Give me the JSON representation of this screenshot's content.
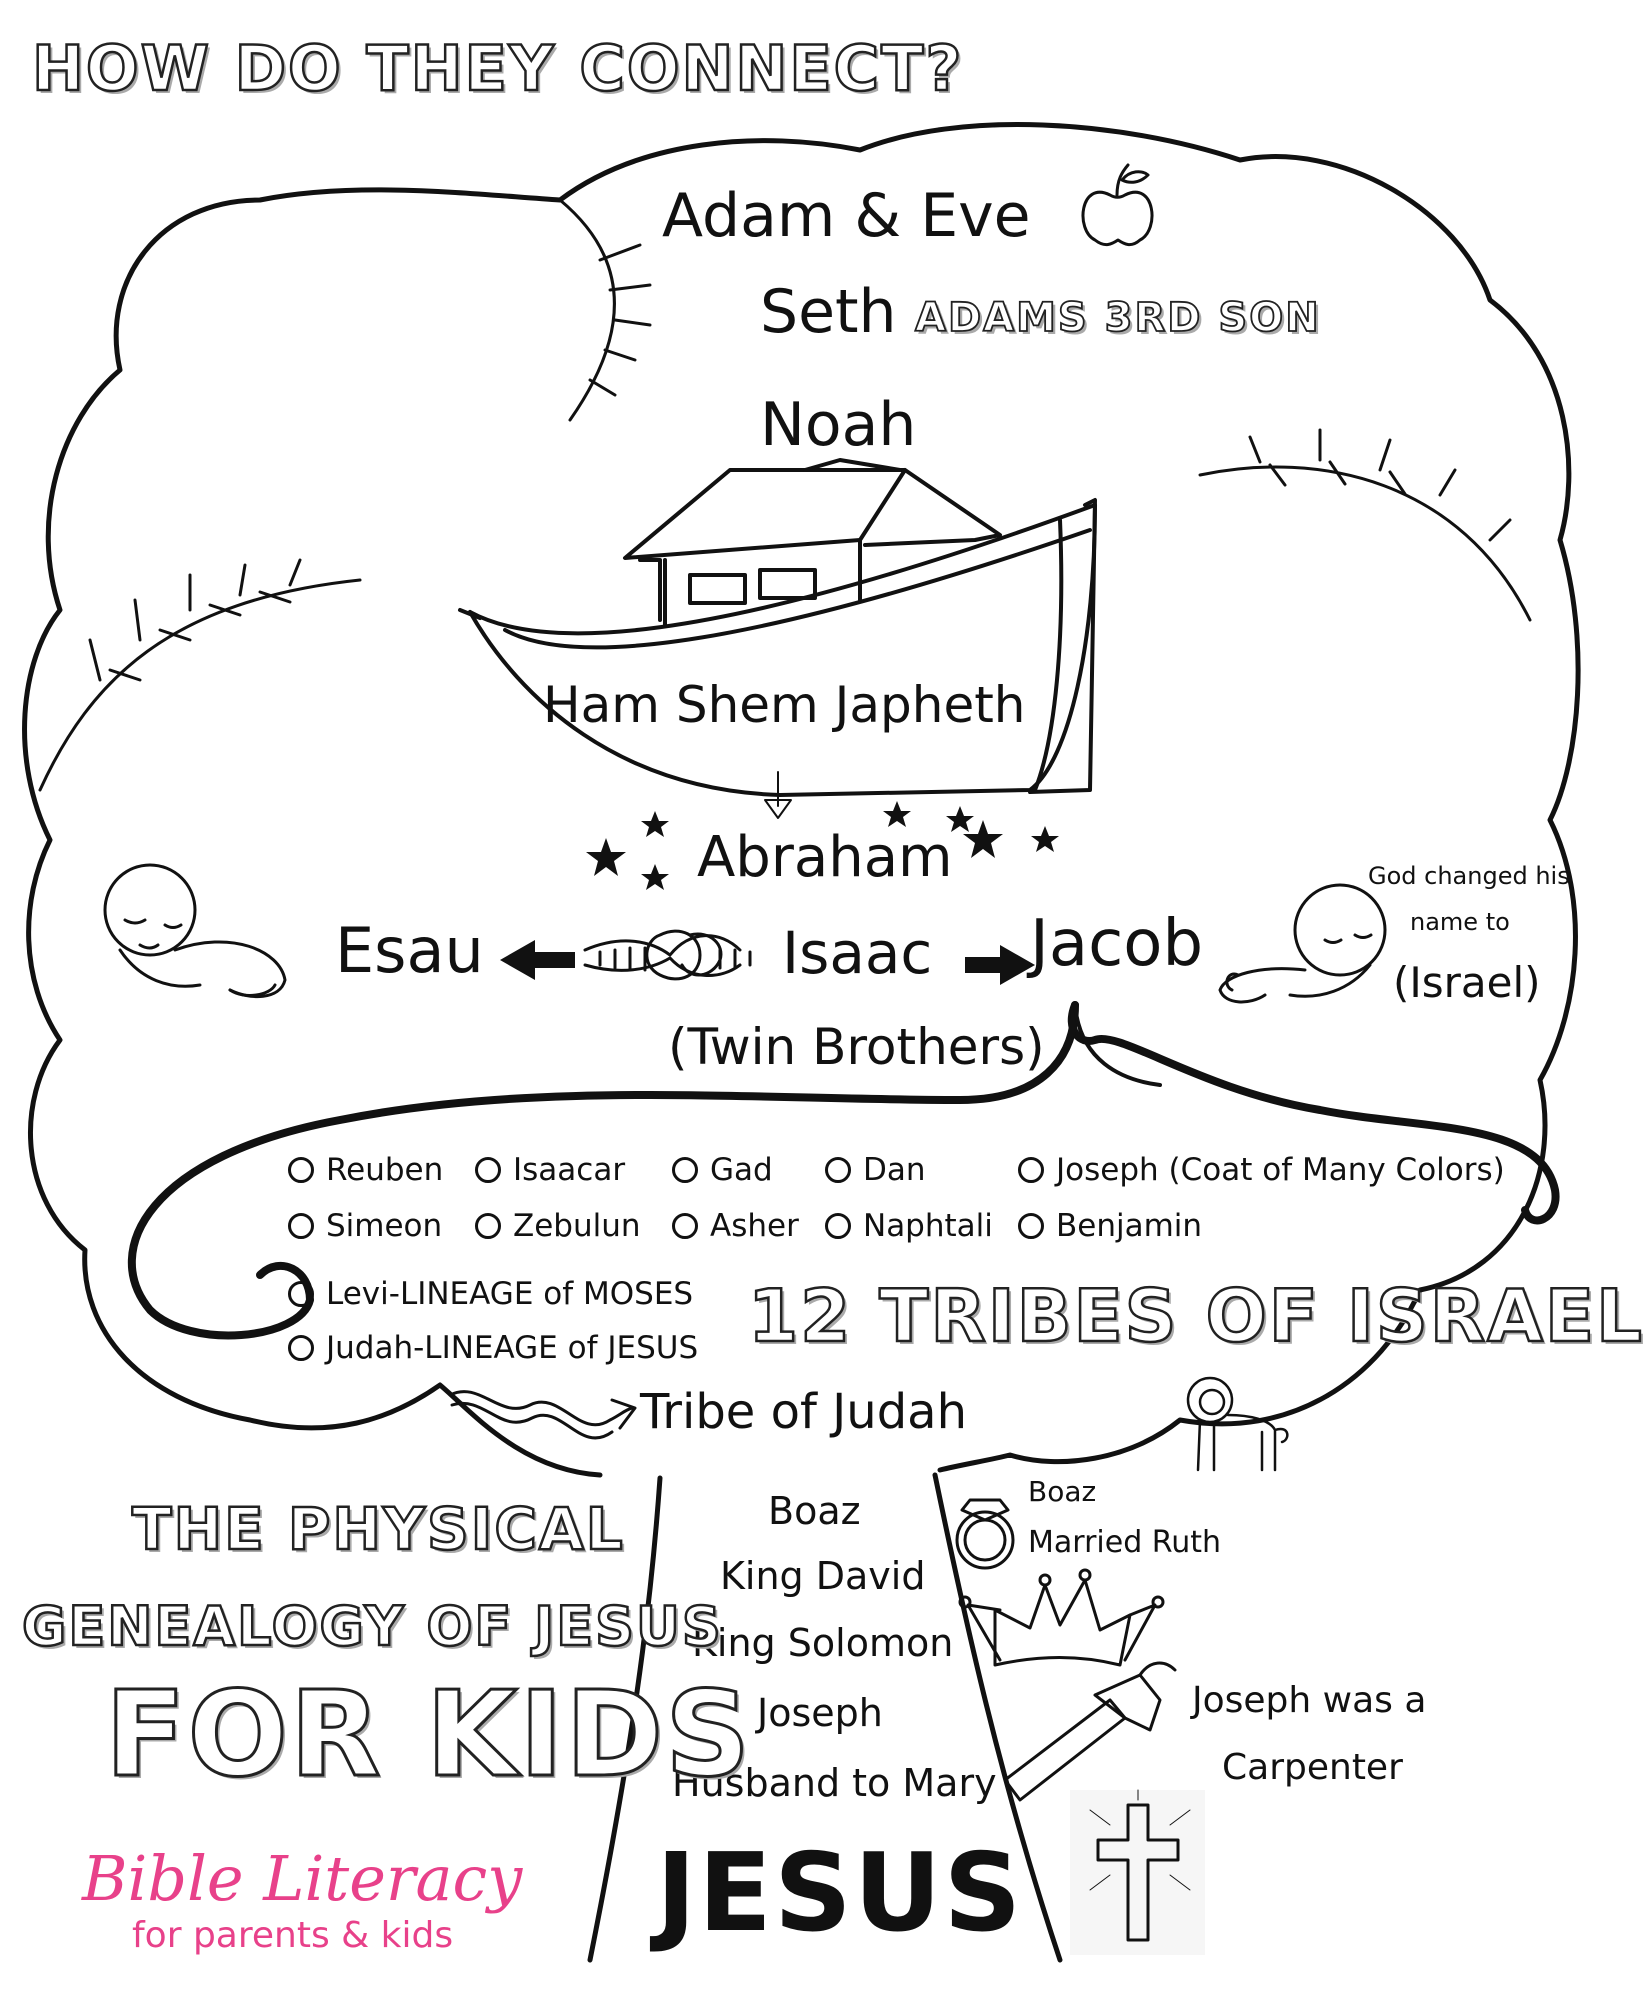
{
  "header": {
    "title": "HOW DO THEY CONNECT?"
  },
  "top": {
    "adam_eve": "Adam & Eve",
    "seth": "Seth",
    "seth_note": "ADAMS 3RD SON",
    "noah": "Noah",
    "noah_sons": "Ham Shem Japheth",
    "abraham": "Abraham"
  },
  "patriarchs": {
    "esau": "Esau",
    "isaac": "Isaac",
    "jacob": "Jacob",
    "twins": "(Twin Brothers)",
    "israel_note_1": "God changed his",
    "israel_note_2": "name to",
    "israel_note_3": "(Israel)"
  },
  "tribes": {
    "list": [
      "Reuben",
      "Isaacar",
      "Gad",
      "Dan",
      "Joseph (Coat of Many Colors)",
      "Simeon",
      "Zebulun",
      "Asher",
      "Naphtali",
      "Benjamin"
    ],
    "levi": "Levi-LINEAGE of MOSES",
    "judah": "Judah-LINEAGE of JESUS",
    "heading": "12 TRIBES OF ISRAEL",
    "tribe_of_judah": "Tribe of Judah"
  },
  "trunk": {
    "lineage": [
      "Boaz",
      "King David",
      "King Solomon",
      "Joseph",
      "Husband to Mary"
    ],
    "jesus": "JESUS"
  },
  "notes": {
    "boaz": "Boaz",
    "married_ruth": "Married Ruth",
    "joseph_1": "Joseph was a",
    "joseph_2": "Carpenter"
  },
  "title_block": {
    "line1": "THE PHYSICAL",
    "line2": "GENEALOGY OF JESUS",
    "line3": "FOR KIDS"
  },
  "brand": {
    "name": "Bible Literacy",
    "tagline": "for parents & kids"
  },
  "icons": [
    "apple-icon",
    "ark-icon",
    "star-icon",
    "baby-icon",
    "knot-icon",
    "arrow-icon",
    "lion-icon",
    "ring-icon",
    "crown-icon",
    "hammer-icon",
    "cross-icon",
    "branch-icon"
  ],
  "colors": {
    "ink": "#111111",
    "brand": "#e8418a",
    "outline_shadow": "#aaaaaa"
  }
}
